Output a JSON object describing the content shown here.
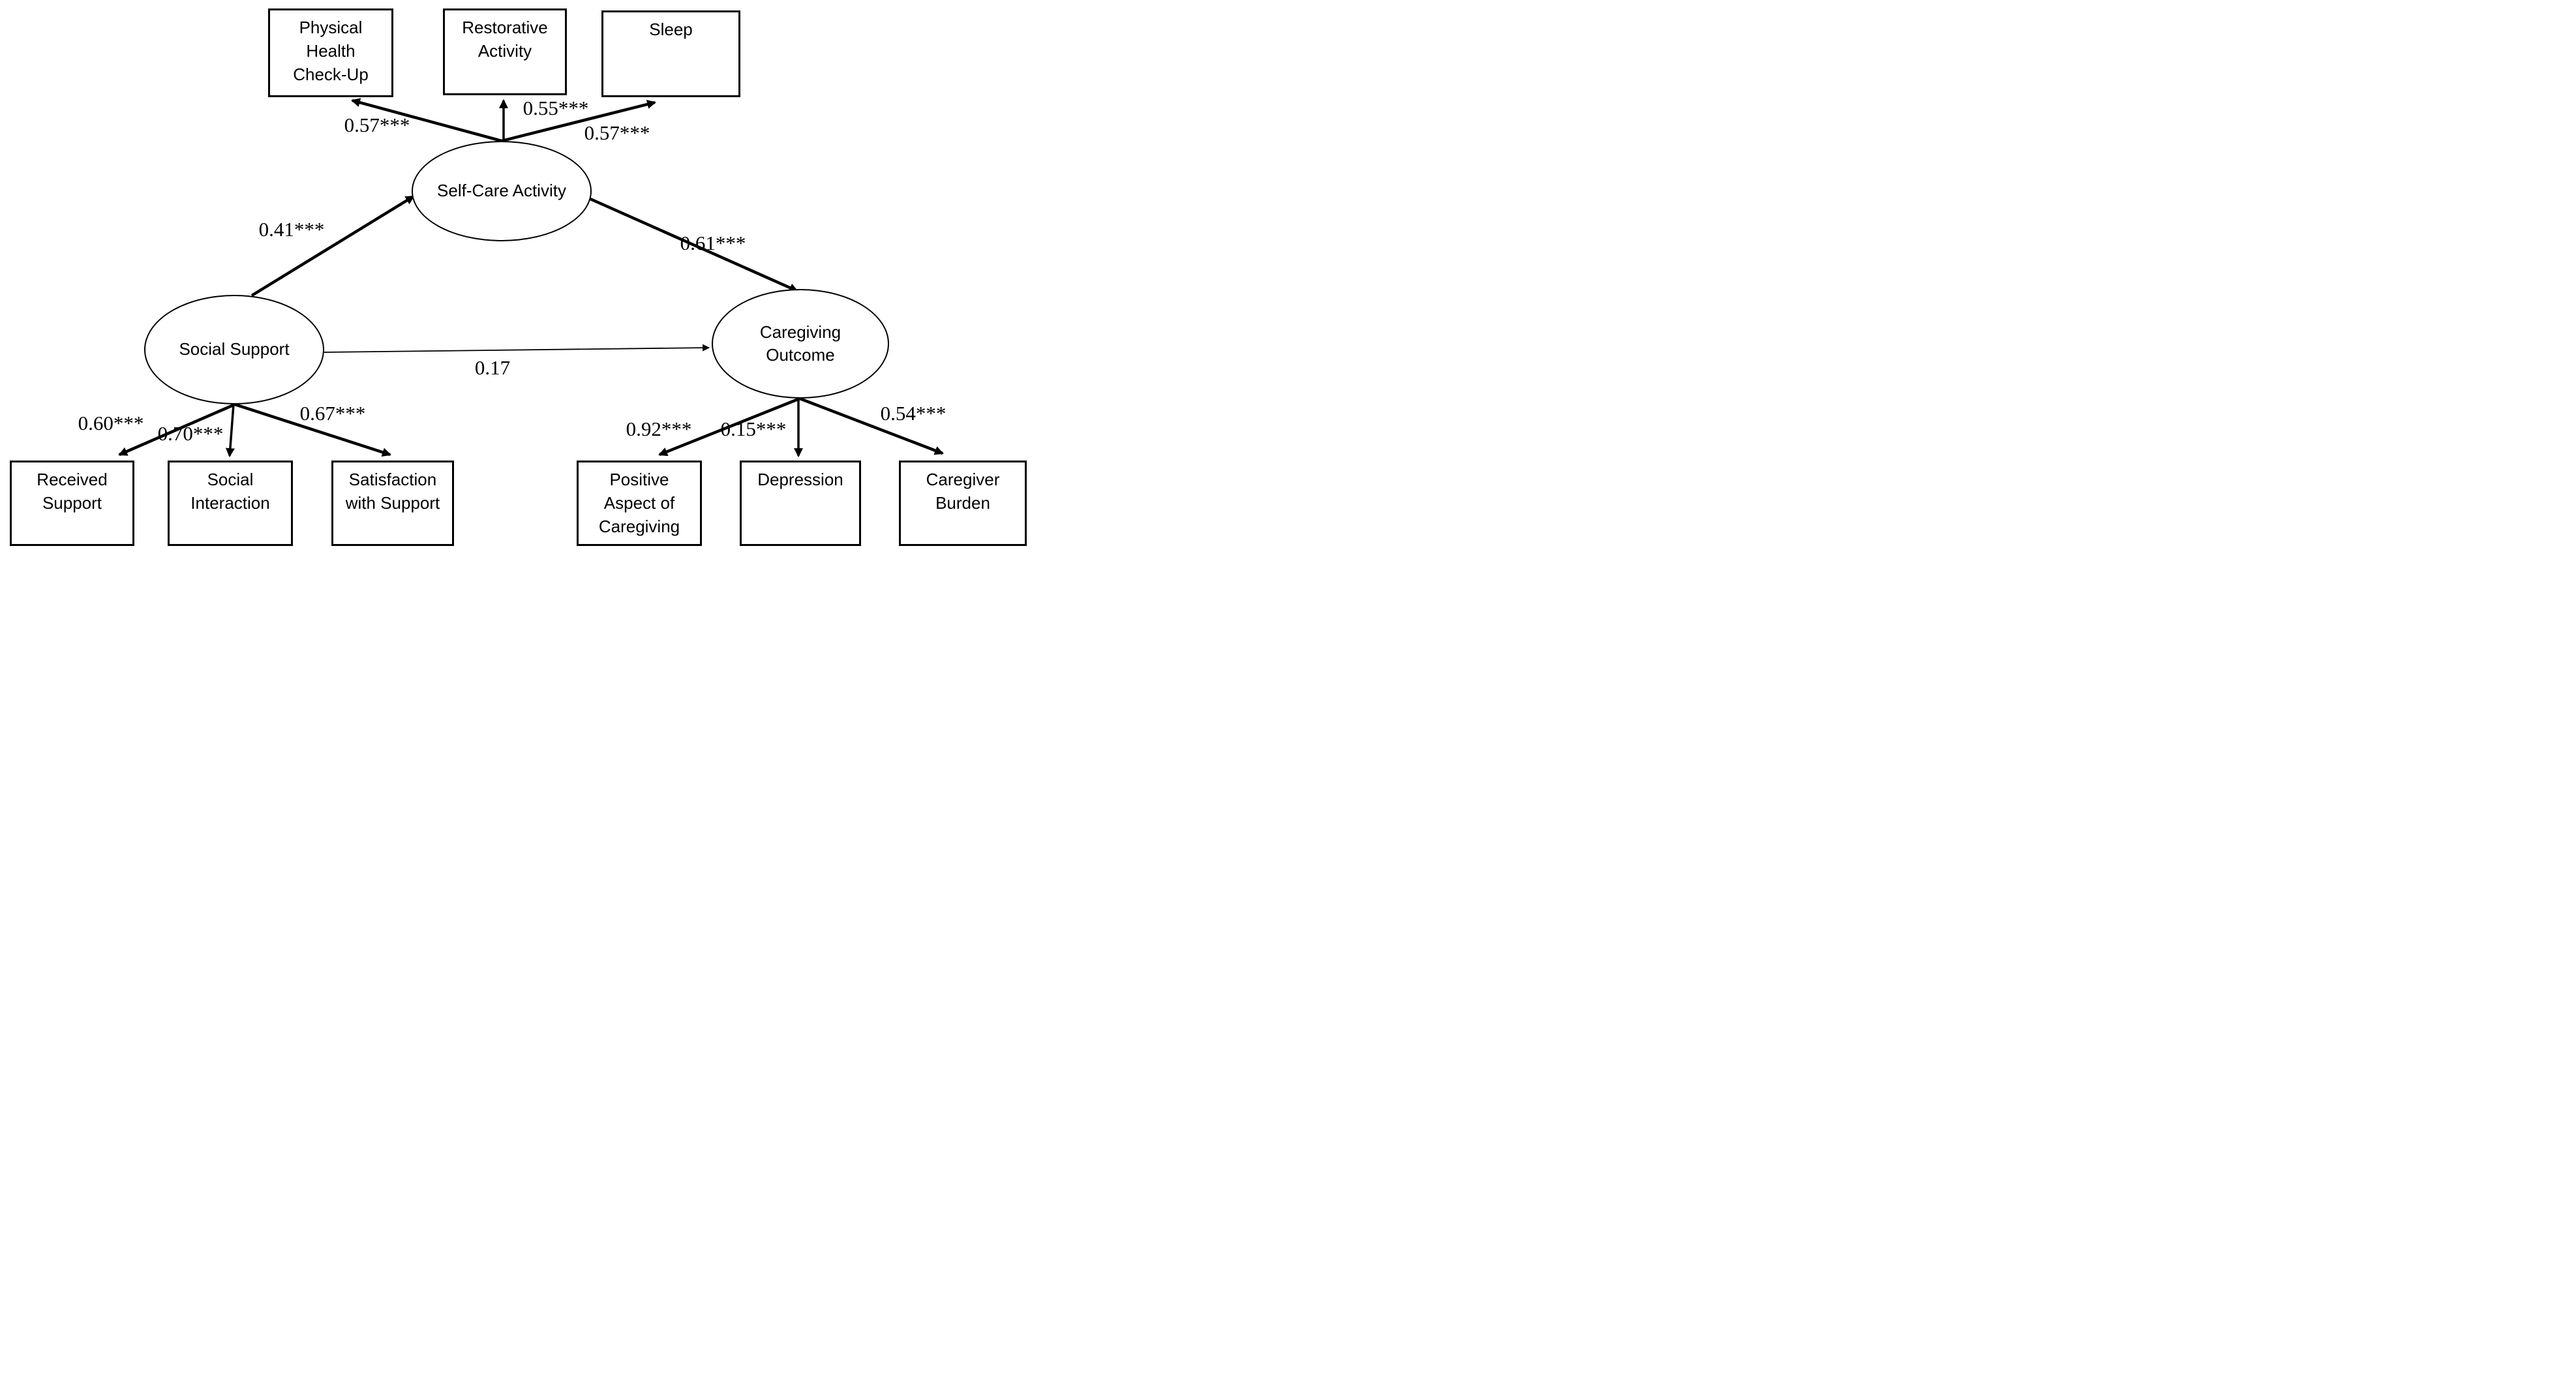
{
  "diagram_type": "structural-equation-model-path-diagram",
  "latent_variables": [
    {
      "id": "self_care_activity",
      "label": "Self-Care Activity",
      "shape": "ellipse"
    },
    {
      "id": "social_support",
      "label": "Social Support",
      "shape": "ellipse"
    },
    {
      "id": "caregiving_outcome",
      "label": "Caregiving Outcome",
      "shape": "ellipse"
    }
  ],
  "observed_variables": [
    {
      "id": "physical_health_check_up",
      "label": "Physical Health Check-Up",
      "shape": "rectangle"
    },
    {
      "id": "restorative_activity",
      "label": "Restorative Activity",
      "shape": "rectangle"
    },
    {
      "id": "sleep",
      "label": "Sleep",
      "shape": "rectangle"
    },
    {
      "id": "received_support",
      "label": "Received Support",
      "shape": "rectangle"
    },
    {
      "id": "social_interaction",
      "label": "Social Interaction",
      "shape": "rectangle"
    },
    {
      "id": "satisfaction_with_support",
      "label": "Satisfaction with Support",
      "shape": "rectangle"
    },
    {
      "id": "positive_aspect_of_caregiving",
      "label": "Positive Aspect of Caregiving",
      "shape": "rectangle"
    },
    {
      "id": "depression",
      "label": "Depression",
      "shape": "rectangle"
    },
    {
      "id": "caregiver_burden",
      "label": "Caregiver Burden",
      "shape": "rectangle"
    }
  ],
  "paths": [
    {
      "from": "Self-Care Activity",
      "to": "Physical Health Check-Up",
      "coefficient": "0.57***"
    },
    {
      "from": "Self-Care Activity",
      "to": "Restorative Activity",
      "coefficient": "0.55***"
    },
    {
      "from": "Self-Care Activity",
      "to": "Sleep",
      "coefficient": "0.57***"
    },
    {
      "from": "Social Support",
      "to": "Self-Care Activity",
      "coefficient": "0.41***"
    },
    {
      "from": "Self-Care Activity",
      "to": "Caregiving Outcome",
      "coefficient": "0.61***"
    },
    {
      "from": "Social Support",
      "to": "Caregiving Outcome",
      "coefficient": "0.17"
    },
    {
      "from": "Social Support",
      "to": "Received Support",
      "coefficient": "0.60***"
    },
    {
      "from": "Social Support",
      "to": "Social Interaction",
      "coefficient": "0.70***"
    },
    {
      "from": "Social Support",
      "to": "Satisfaction with Support",
      "coefficient": "0.67***"
    },
    {
      "from": "Caregiving Outcome",
      "to": "Positive Aspect of Caregiving",
      "coefficient": "0.92***"
    },
    {
      "from": "Caregiving Outcome",
      "to": "Depression",
      "coefficient": "0.15***"
    },
    {
      "from": "Caregiving Outcome",
      "to": "Caregiver Burden",
      "coefficient": "0.54***"
    }
  ],
  "colors": {
    "line": "#000000",
    "node_border": "#000000",
    "node_fill": "#ffffff",
    "background": "#ffffff"
  }
}
